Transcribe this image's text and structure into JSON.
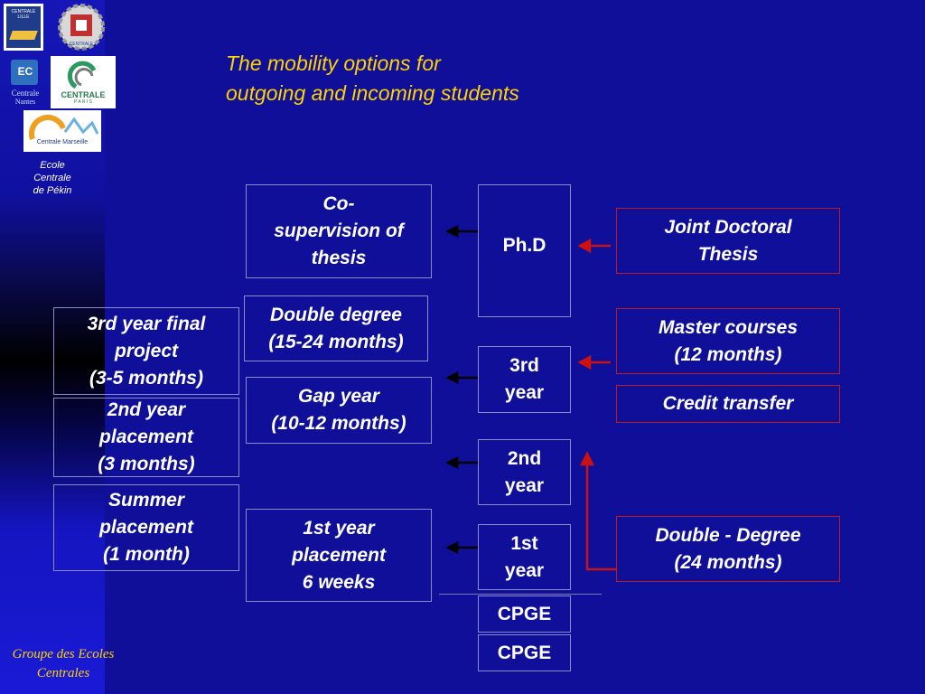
{
  "title": {
    "line1": "The mobility options for",
    "line2": "outgoing and incoming students"
  },
  "sidebar": {
    "logos": [
      {
        "name": "centrale-lille",
        "text1": "CENTRALE",
        "text2": "LILLE"
      },
      {
        "name": "centrale-lyon",
        "text1": "CENTRALE",
        "text2": "LYON"
      },
      {
        "name": "centrale-nantes",
        "text1": "Centrale",
        "text2": "Nantes"
      },
      {
        "name": "centrale-paris",
        "text1": "CENTRALE",
        "text2": "P A R I S"
      },
      {
        "name": "centrale-marseille",
        "text1": "Centrale Marseille"
      }
    ],
    "ecole": [
      "Ecole",
      "Centrale",
      "de Pékin"
    ],
    "groupe": [
      "Groupe des Ecoles",
      "Centrales"
    ]
  },
  "left_column": [
    {
      "lines": [
        "3rd year final",
        "project",
        "(3-5 months)"
      ]
    },
    {
      "lines": [
        "2nd year",
        "placement",
        "(3 months)"
      ]
    },
    {
      "lines": [
        "Summer",
        "placement",
        "(1 month)"
      ]
    }
  ],
  "middle_column": [
    {
      "lines": [
        "Co-",
        "supervision of",
        "thesis"
      ]
    },
    {
      "lines": [
        "Double degree",
        "(15-24 months)"
      ]
    },
    {
      "lines": [
        "Gap year",
        "(10-12 months)"
      ]
    },
    {
      "lines": [
        "1st year",
        "placement",
        "6 weeks"
      ]
    }
  ],
  "years_column": [
    {
      "lines": [
        "Ph.D"
      ]
    },
    {
      "lines": [
        "3rd",
        "year"
      ]
    },
    {
      "lines": [
        "2nd",
        "year"
      ]
    },
    {
      "lines": [
        "1st",
        "year"
      ]
    },
    {
      "lines": [
        "CPGE"
      ]
    },
    {
      "lines": [
        "CPGE"
      ]
    }
  ],
  "right_column": [
    {
      "lines": [
        "Joint Doctoral",
        "Thesis"
      ]
    },
    {
      "lines": [
        "Master courses",
        "(12 months)"
      ]
    },
    {
      "lines": [
        "Credit transfer"
      ]
    },
    {
      "lines": [
        "Double - Degree",
        "(24 months)"
      ]
    }
  ],
  "colors": {
    "background": "#0f0f9a",
    "title": "#ffd200",
    "outgoing_arrow": "#000000",
    "incoming_arrow": "#cc1111",
    "box_border": "#8a8ac8",
    "incoming_box_border": "#c01a1a"
  }
}
